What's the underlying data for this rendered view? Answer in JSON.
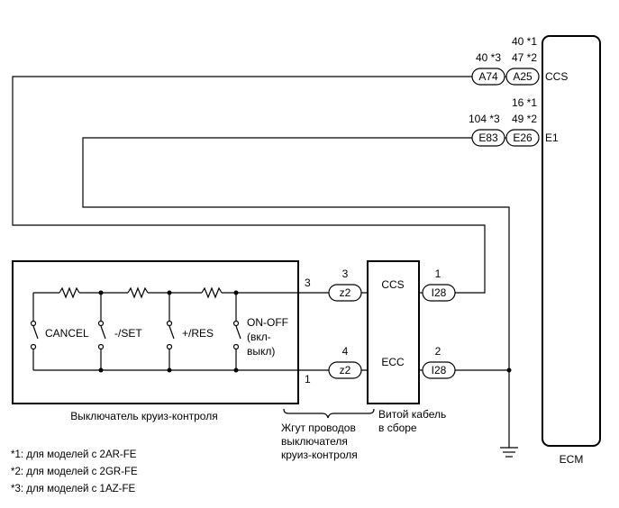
{
  "ecm": {
    "label": "ECM",
    "pins": {
      "ccs": {
        "name": "CCS",
        "connector_a": "A74",
        "connector_b": "A25",
        "pin_a": "40 *3",
        "pin_b_line1": "40 *1",
        "pin_b_line2": "47 *2"
      },
      "e1": {
        "name": "E1",
        "connector_a": "E83",
        "connector_b": "E26",
        "pin_a": "104 *3",
        "pin_b_line1": "16 *1",
        "pin_b_line2": "49 *2"
      }
    }
  },
  "cruise_switch": {
    "label": "Выключатель круиз-контроля",
    "switches": [
      "CANCEL",
      "-/SET",
      "+/RES"
    ],
    "onoff_lines": [
      "ON-OFF",
      "(вкл-",
      "выкл)"
    ],
    "terminal_top": "3",
    "terminal_bottom": "1"
  },
  "harness": {
    "label_lines": [
      "Жгут проводов",
      "выключателя",
      "круиз-контроля"
    ],
    "connector": "z2",
    "pin_top": "3",
    "pin_bottom": "4"
  },
  "spiral_cable": {
    "label_lines": [
      "Витой кабель",
      "в сборе"
    ],
    "signal_top": "CCS",
    "signal_bottom": "ECC",
    "connector": "I28",
    "pin_top": "1",
    "pin_bottom": "2"
  },
  "footnotes": [
    "*1: для моделей с 2AR-FE",
    "*2: для моделей с 2GR-FE",
    "*3: для моделей с 1AZ-FE"
  ]
}
